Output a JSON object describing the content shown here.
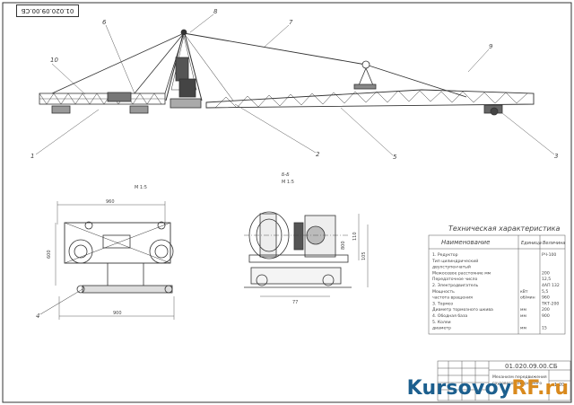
{
  "document": {
    "code": "01.020.09.00.СБ",
    "sheet_code_rotated": "01.020.09.00.СБ"
  },
  "callouts": {
    "c1": "1",
    "c2": "2",
    "c3": "3",
    "c4": "4",
    "c5": "5",
    "c6": "6",
    "c7": "7",
    "c8": "8",
    "c9": "9",
    "c10": "10"
  },
  "views": {
    "plan_label": "М 1:5",
    "section_label": "Б-Б",
    "section_scale": "М 1:5"
  },
  "dimensions": {
    "plan_width_top": "960",
    "plan_width_bottom": "900",
    "plan_height": "600",
    "section_width": "77",
    "section_height": "110",
    "section_height2": "105",
    "section_h3": "800"
  },
  "tech_table": {
    "title": "Техническая характеристика",
    "headers": [
      "Наименование",
      "Единица",
      "Величина"
    ],
    "rows": [
      {
        "name": "1. Редуктор",
        "unit": "",
        "value": "РЧ-100"
      },
      {
        "name": "Тип  цилиндрический",
        "unit": "",
        "value": ""
      },
      {
        "name": "двухступенчатый",
        "unit": "",
        "value": ""
      },
      {
        "name": "Межосевое расстояние   мм",
        "unit": "",
        "value": "200"
      },
      {
        "name": "Передаточное число",
        "unit": "",
        "value": "12,5"
      },
      {
        "name": "2. Электродвигатель",
        "unit": "",
        "value": "4АП 132"
      },
      {
        "name": "Мощность",
        "unit": "кВт",
        "value": "5,5"
      },
      {
        "name": "частота вращения",
        "unit": "об/мин",
        "value": "960"
      },
      {
        "name": "3. Тормоз",
        "unit": "",
        "value": "ТКТ-200"
      },
      {
        "name": "Диаметр тормозного шкива",
        "unit": "мм",
        "value": "200"
      },
      {
        "name": "4. Ободная база",
        "unit": "мм",
        "value": "900"
      },
      {
        "name": "5. Колеи",
        "unit": "",
        "value": ""
      },
      {
        "name": "диаметр",
        "unit": "мм",
        "value": "15"
      }
    ]
  },
  "stamp": {
    "code": "01.020.09.00.СБ",
    "title_line1": "Механизм передвижения",
    "title_line2": "грузового поворотного",
    "scale": "1:20"
  },
  "watermark": {
    "left": "Kursovoy",
    "right": "RF.ru"
  }
}
